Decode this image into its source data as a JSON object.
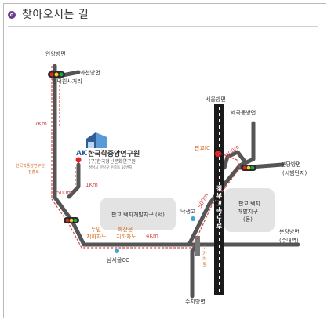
{
  "header": {
    "title": "찾아오시는 길"
  },
  "places": {
    "anyang": "안양방면",
    "gwacheon": "과천방면",
    "indeokwon": "인덕원사거리",
    "seoul": "서울방면",
    "segok": "세곡동방면",
    "pangyo_ic": "판교IC",
    "bundang_east": "분당방면",
    "bundang_east_sub": "(시범단지)",
    "bundang_south": "분당방면",
    "bundang_south_sub": "(수내역)",
    "suji": "수지방면",
    "naksaenggo": "낙생고",
    "namseoul_cc": "남서울CC",
    "pangyo_west": "판교 택지개발지구 (서)",
    "pangyo_east_line1": "판교 택지",
    "pangyo_east_line2": "개발지구",
    "pangyo_east_line3": "(동)",
    "expressway": "경부고속도로",
    "overpass": "고가차로",
    "dumil_1": "두밀",
    "dumil_2": "지하차도",
    "hwasan_1": "화산운",
    "hwasan_2": "지하차도",
    "aks_side_1": "한국학중앙연구원",
    "aks_side_2": "진출로",
    "aks_name": "한국학중앙연구원",
    "aks_old_name": "(구)한국정신문화연구원",
    "aks_address": "성남시 분당구 운중동 50번지",
    "aks_logo": "AK"
  },
  "distances": {
    "d7km": "7Km",
    "d500m_left": "500m",
    "d1km": "1Km",
    "d4km": "4Km",
    "d500m_diag": "500m",
    "d300m": "300m"
  },
  "colors": {
    "road": "#555555",
    "route": "#d24b4b",
    "text_orange": "#d26a1e",
    "header_accent": "#6c3f8c",
    "district_fill": "#e3e3e3",
    "signal_red": "#e5232a",
    "signal_yellow": "#f3d21a",
    "signal_green": "#27a543",
    "marker_blue": "#3aa7d6"
  }
}
